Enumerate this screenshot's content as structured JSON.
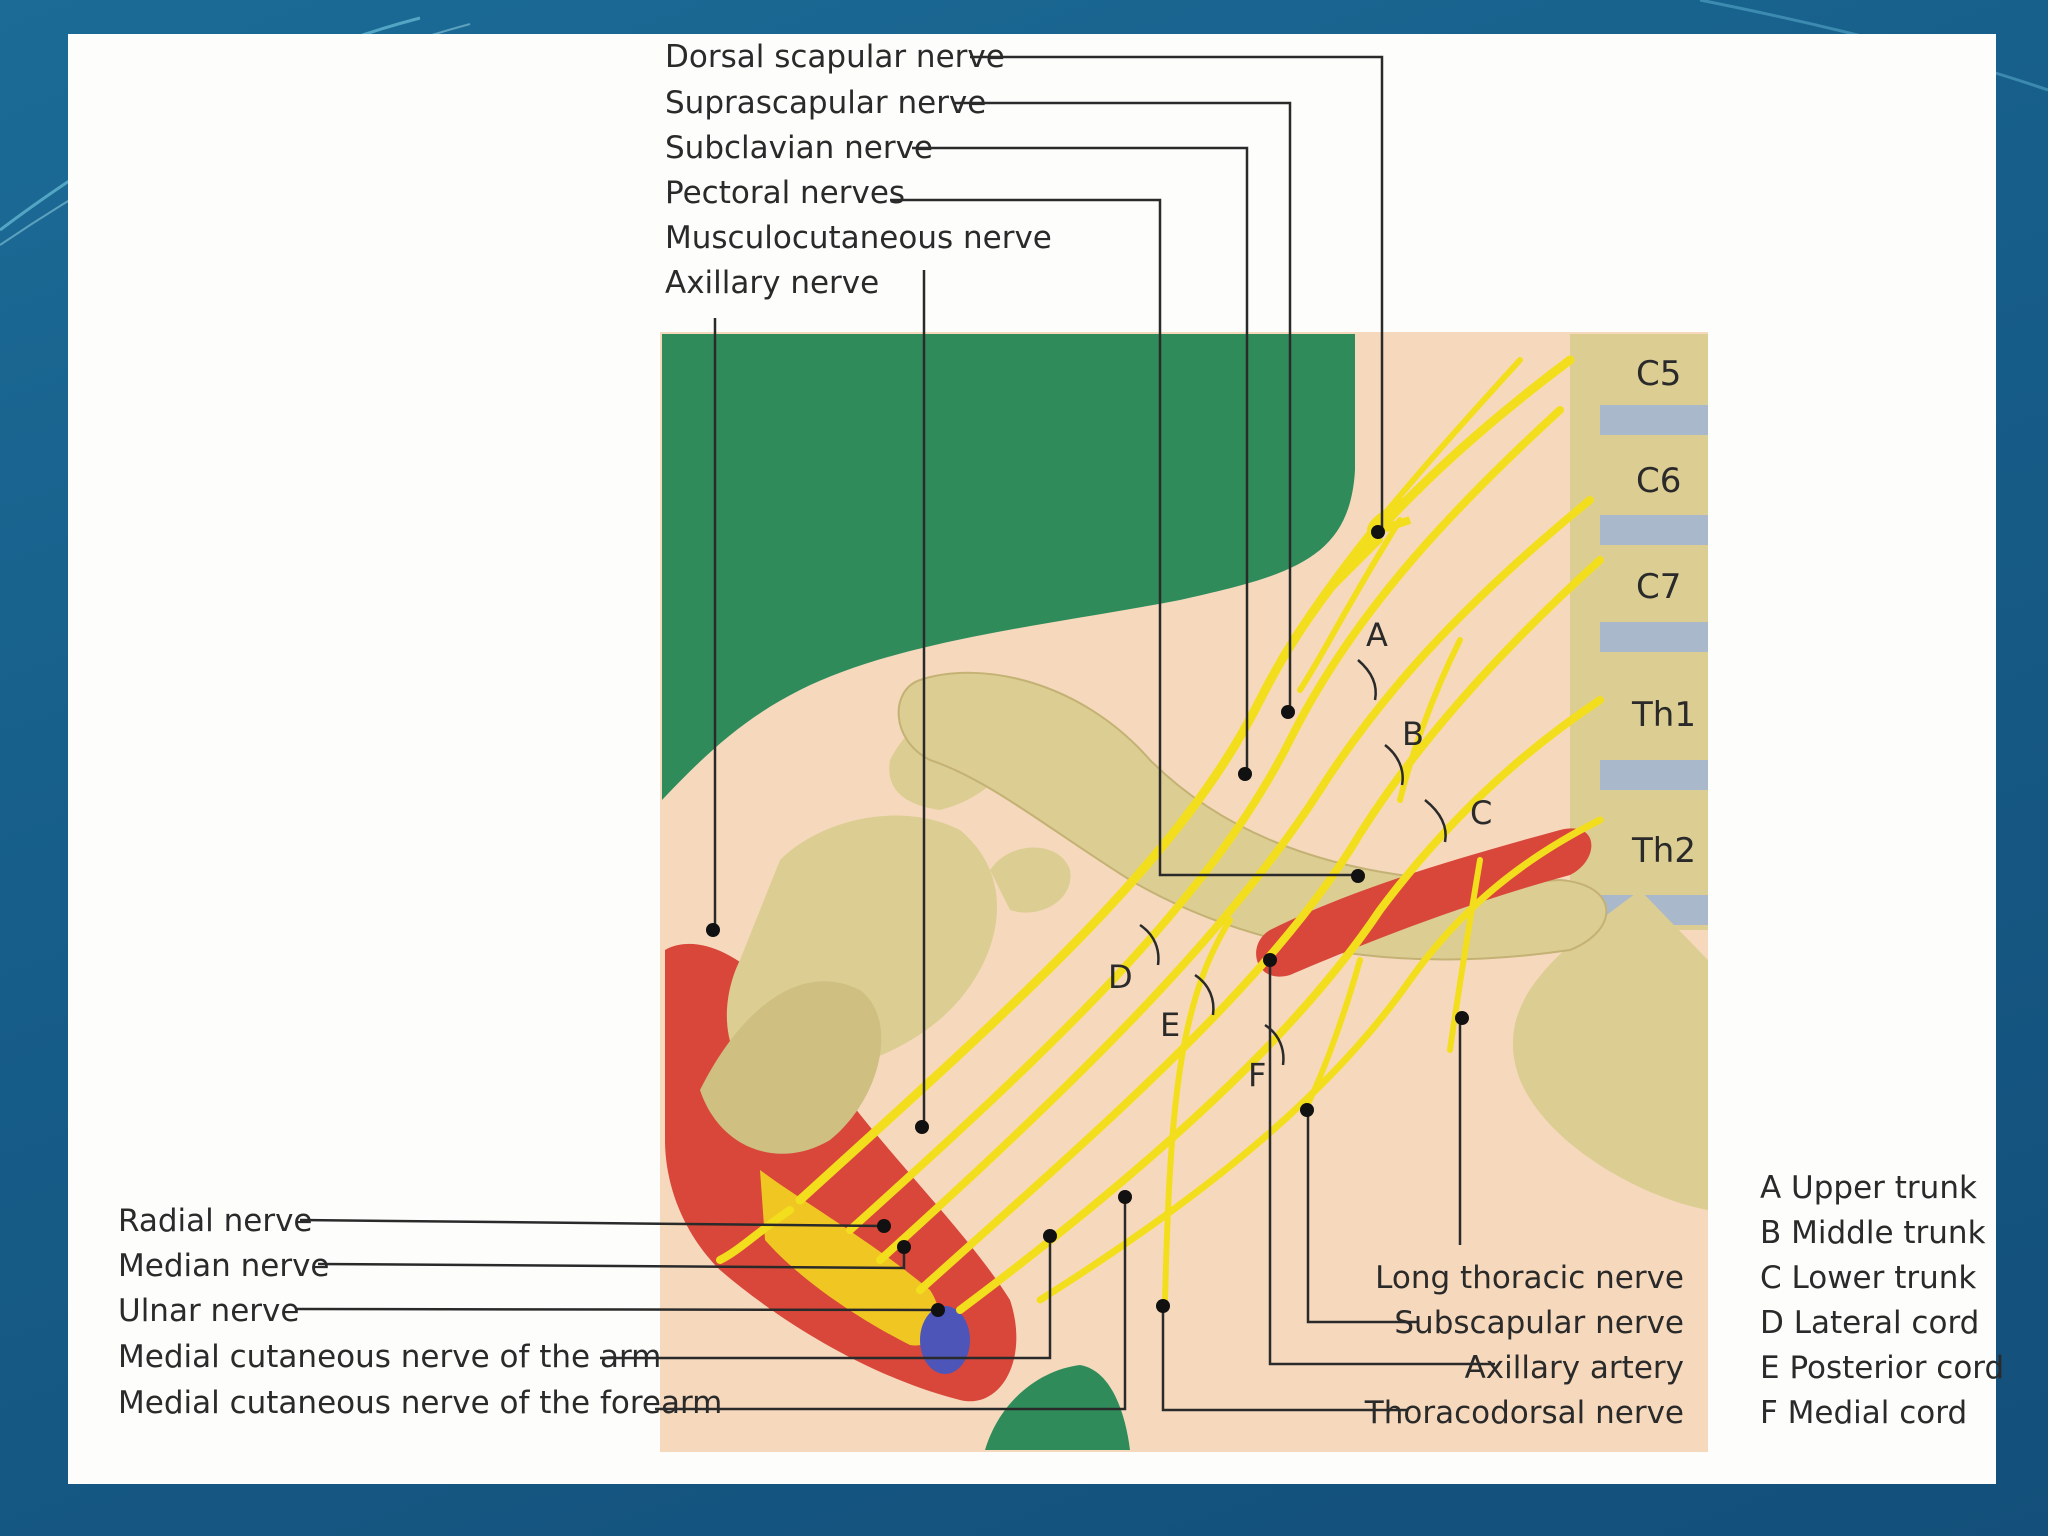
{
  "slide": {
    "background_color": "#175e8a",
    "panel_color": "#fdfdfb",
    "ghost_text_lines": [
      "",
      "",
      "",
      "",
      "",
      "",
      "",
      "",
      ""
    ]
  },
  "figure": {
    "top_labels": [
      {
        "id": "dorsal-scapular",
        "text": "Dorsal scapular nerve"
      },
      {
        "id": "suprascapular",
        "text": "Suprascapular nerve"
      },
      {
        "id": "subclavian",
        "text": "Subclavian nerve"
      },
      {
        "id": "pectoral",
        "text": "Pectoral nerves"
      },
      {
        "id": "musculocutaneous",
        "text": "Musculocutaneous nerve"
      },
      {
        "id": "axillary",
        "text": "Axillary nerve"
      }
    ],
    "left_labels": [
      {
        "id": "radial",
        "text": "Radial nerve"
      },
      {
        "id": "median",
        "text": "Median nerve"
      },
      {
        "id": "ulnar",
        "text": "Ulnar nerve"
      },
      {
        "id": "medial-cut-arm",
        "text": "Medial cutaneous nerve of the arm"
      },
      {
        "id": "medial-cut-forearm",
        "text": "Medial cutaneous nerve of the forearm"
      }
    ],
    "right_labels": [
      {
        "id": "long-thoracic",
        "text": "Long thoracic nerve"
      },
      {
        "id": "subscapular",
        "text": "Subscapular nerve"
      },
      {
        "id": "axillary-artery",
        "text": "Axillary artery"
      },
      {
        "id": "thoracodorsal",
        "text": "Thoracodorsal nerve"
      }
    ],
    "vertebrae": [
      {
        "id": "c5",
        "text": "C5"
      },
      {
        "id": "c6",
        "text": "C6"
      },
      {
        "id": "c7",
        "text": "C7"
      },
      {
        "id": "th1",
        "text": "Th1"
      },
      {
        "id": "th2",
        "text": "Th2"
      }
    ],
    "region_letters": [
      "A",
      "B",
      "C",
      "D",
      "E",
      "F"
    ],
    "legend": [
      {
        "letter": "A",
        "text": "A Upper trunk"
      },
      {
        "letter": "B",
        "text": "B Middle trunk"
      },
      {
        "letter": "C",
        "text": "C Lower trunk"
      },
      {
        "letter": "D",
        "text": "D Lateral cord"
      },
      {
        "letter": "E",
        "text": "E Posterior cord"
      },
      {
        "letter": "F",
        "text": "F Medial cord"
      }
    ],
    "colors": {
      "skin": "#f6d9bd",
      "muscle_green": "#2f8c5a",
      "bone": "#dccd93",
      "nerve": "#f3de1e",
      "artery": "#d9473a",
      "vein": "#4e55b8",
      "disc": "#aab8cb",
      "leader_line": "#2a2a2a"
    }
  }
}
